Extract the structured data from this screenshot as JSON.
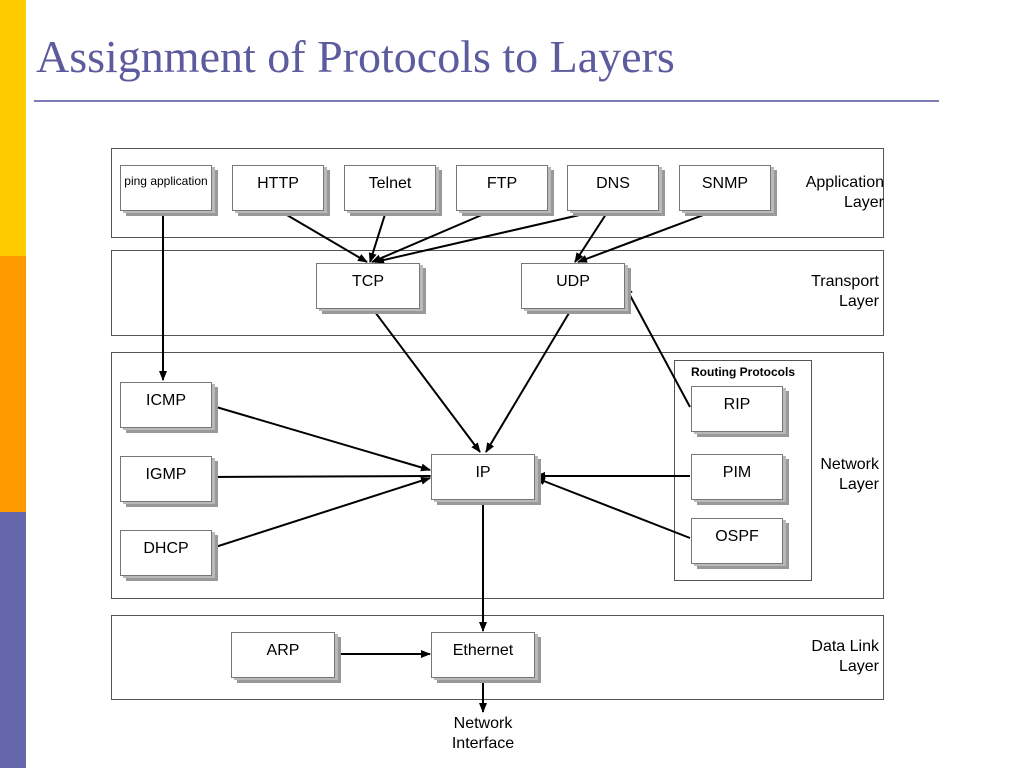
{
  "title": "Assignment of Protocols to Layers",
  "layers": {
    "application": "Application Layer",
    "transport": "Transport Layer",
    "network": "Network Layer",
    "datalink": "Data Link Layer"
  },
  "routing_title": "Routing Protocols",
  "protocols": {
    "ping": "ping application",
    "http": "HTTP",
    "telnet": "Telnet",
    "ftp": "FTP",
    "dns": "DNS",
    "snmp": "SNMP",
    "tcp": "TCP",
    "udp": "UDP",
    "icmp": "ICMP",
    "igmp": "IGMP",
    "dhcp": "DHCP",
    "ip": "IP",
    "rip": "RIP",
    "pim": "PIM",
    "ospf": "OSPF",
    "arp": "ARP",
    "ethernet": "Ethernet"
  },
  "network_interface": "Network Interface"
}
